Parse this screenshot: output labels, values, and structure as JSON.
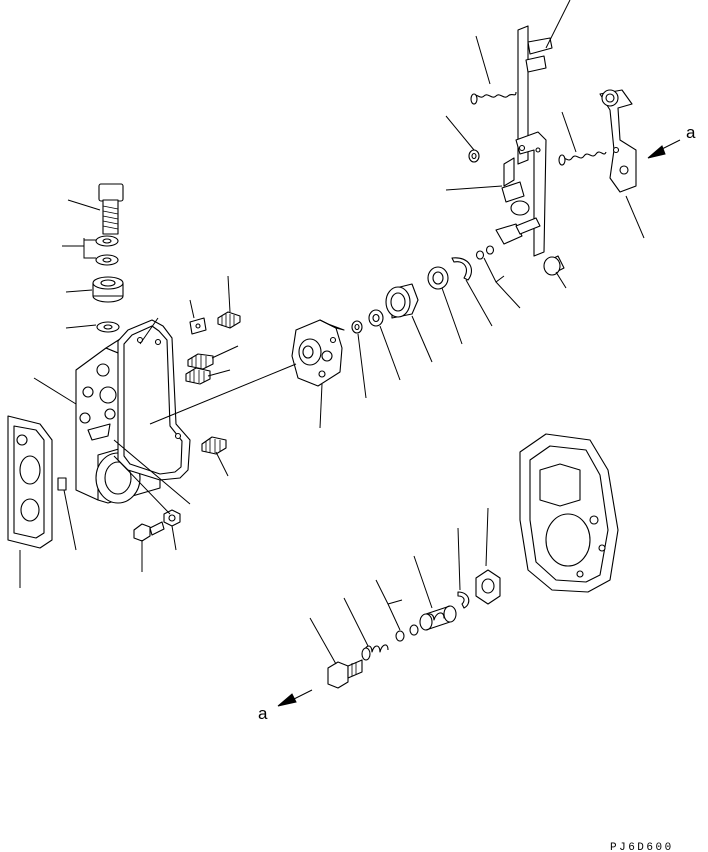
{
  "diagram": {
    "labels": {
      "view_a_upper": "a",
      "view_a_lower": "a"
    },
    "figure_code": "PJ6D600"
  }
}
